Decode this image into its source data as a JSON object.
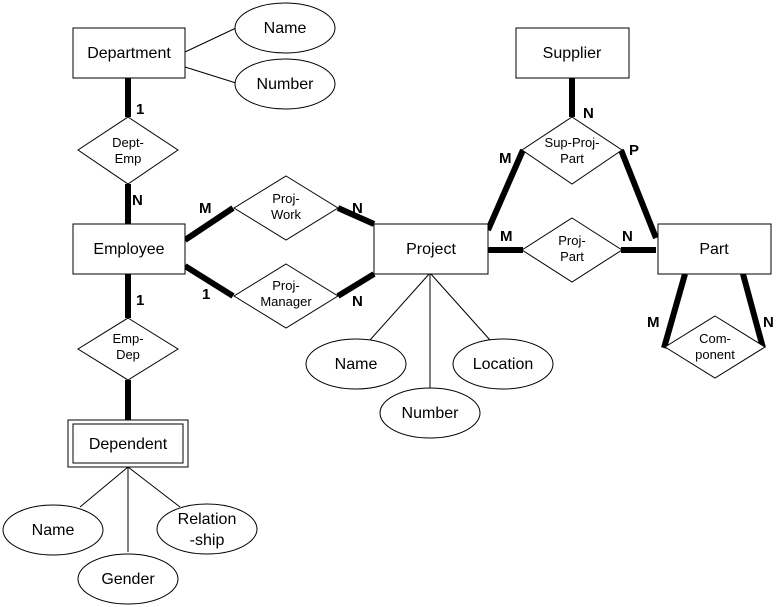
{
  "entities": {
    "department": "Department",
    "employee": "Employee",
    "dependent": "Dependent",
    "project": "Project",
    "supplier": "Supplier",
    "part": "Part"
  },
  "relationships": {
    "dept_emp": [
      "Dept-",
      "Emp"
    ],
    "emp_dep": [
      "Emp-",
      "Dep"
    ],
    "proj_work": [
      "Proj-",
      "Work"
    ],
    "proj_manager": [
      "Proj-",
      "Manager"
    ],
    "sup_proj_part": [
      "Sup-Proj-",
      "Part"
    ],
    "proj_part": [
      "Proj-",
      "Part"
    ],
    "component": [
      "Com-",
      "ponent"
    ]
  },
  "attributes": {
    "department_name": "Name",
    "department_number": "Number",
    "project_name": "Name",
    "project_number": "Number",
    "project_location": "Location",
    "dependent_name": "Name",
    "dependent_gender": "Gender",
    "dependent_relationship": [
      "Relation",
      "-ship"
    ]
  },
  "cardinalities": {
    "dept_emp_department": "1",
    "dept_emp_employee": "N",
    "proj_work_employee": "M",
    "proj_work_project": "N",
    "proj_manager_employee": "1",
    "proj_manager_project": "N",
    "emp_dep_employee": "1",
    "sup_proj_part_supplier": "N",
    "sup_proj_part_project": "M",
    "sup_proj_part_part": "P",
    "proj_part_project": "M",
    "proj_part_part": "N",
    "component_left": "M",
    "component_right": "N"
  }
}
